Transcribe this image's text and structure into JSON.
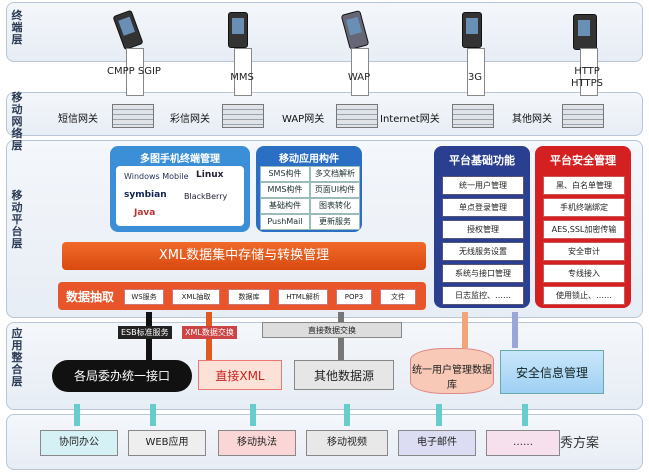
{
  "layers": {
    "terminal": "终端层",
    "mobile_network": "移动网络层",
    "mobile_platform": "移动平台层",
    "app_integration": "应用整合层"
  },
  "protocols": [
    "CMPP SGIP",
    "MMS",
    "WAP",
    "3G",
    "HTTP HTTPS"
  ],
  "gateways": [
    "短信网关",
    "彩信网关",
    "WAP网关",
    "Internet网关",
    "其他网关"
  ],
  "multi_terminal": {
    "title": "多图手机终端管理",
    "os": [
      "Windows Mobile",
      "Linux",
      "symbian",
      "BlackBerry",
      "Java"
    ]
  },
  "mobile_components": {
    "title": "移动应用构件",
    "items": [
      "SMS构件",
      "多文档解析",
      "MMS构件",
      "页面UI构件",
      "基础构件",
      "图表转化",
      "PushMail",
      "更新服务"
    ]
  },
  "platform_functions": {
    "title": "平台基础功能",
    "items": [
      "统一用户管理",
      "单点登录管理",
      "授权管理",
      "无线服务设置",
      "系统与接口管理",
      "日志监控、……"
    ]
  },
  "platform_security": {
    "title": "平台安全管理",
    "items": [
      "黑、白名单管理",
      "手机终端绑定",
      "AES,SSL加密传输",
      "安全审计",
      "专线接入",
      "使用锁止、……"
    ]
  },
  "xml_bar": "XML数据集中存储与转换管理",
  "data_extract": {
    "label": "数据抽取",
    "items": [
      "WS服务",
      "XML抽取",
      "数据库",
      "HTML解析",
      "POP3",
      "文件"
    ]
  },
  "integration_labels": {
    "esb": "ESB标准服务",
    "xml_exchange": "XML数据交换",
    "direct": "直接数据交换"
  },
  "integration_boxes": {
    "unified": "各局委办统一接口",
    "direct_xml": "直接XML",
    "other_sources": "其他数据源",
    "user_db": "统一用户管理数据库",
    "security_info": "安全信息管理"
  },
  "apps": [
    "协同办公",
    "WEB应用",
    "移动执法",
    "移动视频",
    "电子邮件",
    "……"
  ],
  "watermark": "秀方案"
}
